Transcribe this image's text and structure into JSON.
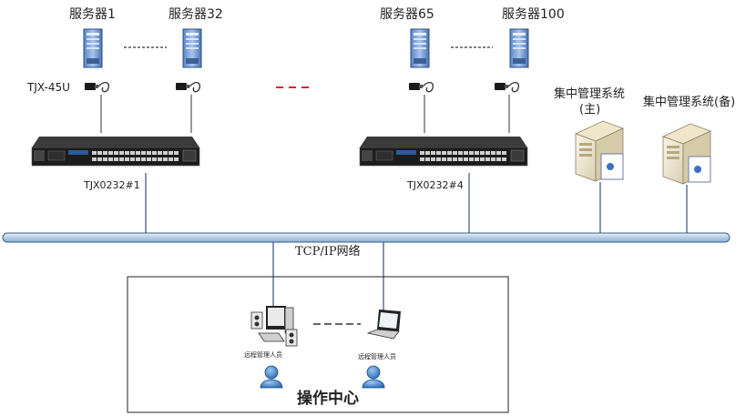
{
  "servers": {
    "s1": "服务器1",
    "s32": "服务器32",
    "s65": "服务器65",
    "s100": "服务器100"
  },
  "adapter_label": "TJX-45U",
  "switches": {
    "sw1": "TJX0232#1",
    "sw4": "TJX0232#4"
  },
  "management": {
    "primary_line1": "集中管理系统",
    "primary_line2": "(主)",
    "backup": "集中管理系统(备)"
  },
  "network_label": "TCP/IP网络",
  "operators": {
    "op1": "远程管理人员",
    "op2": "远程管理人员"
  },
  "ops_center": "操作中心",
  "colors": {
    "bus_fill": "#c9d9ea",
    "bus_stroke": "#3a5f86",
    "red_dash": "#e02020",
    "user_blue": "#3b7fc7"
  }
}
